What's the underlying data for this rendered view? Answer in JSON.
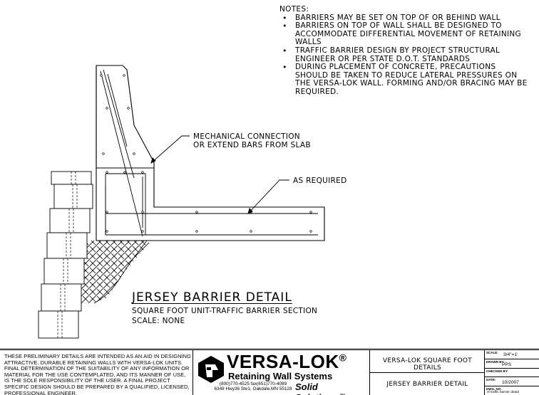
{
  "notes": {
    "heading": "NOTES:",
    "items": [
      "BARRIERS MAY BE SET ON TOP OF OR BEHIND WALL",
      "BARRIERS ON TOP OF WALL SHALL BE DESIGNED TO ACCOMMODATE DIFFERENTIAL MOVEMENT OF RETAINING WALLS",
      "TRAFFIC BARRIER DESIGN BY PROJECT STRUCTURAL ENGINEER OR PER STATE D.O.T. STANDARDS",
      "DURING PLACEMENT OF CONCRETE, PRECAUTIONS SHOULD BE TAKEN TO REDUCE LATERAL PRESSURES ON THE VERSA-LOK WALL.  FORMING AND/OR BRACING MAY BE REQUIRED."
    ]
  },
  "callouts": {
    "mechanical_line1": "MECHANICAL CONNECTION",
    "mechanical_line2": "OR EXTEND BARS FROM SLAB",
    "as_required": "AS REQUIRED"
  },
  "detail": {
    "title": "JERSEY BARRIER DETAIL",
    "subtitle": "SQUARE FOOT UNIT-TRAFFIC BARRIER SECTION",
    "scale": "SCALE: NONE"
  },
  "title_block": {
    "disclaimer": "THESE PRELIMINARY DETAILS ARE INTENDED AS AN AID IN DESIGNING ATTRACTIVE, DURABLE RETAINING WALLS WITH VERSA-LOK UNITS.  FINAL DETERMINATION OF THE SUITABILITY OF ANY INFORMATION OR MATERIAL FOR THE USE CONTEMPLATED, AND ITS MANNER OF USE, IS THE SOLE RESPONSIBILITY OF THE USER.  A FINAL PROJECT SPECIFIC DESIGN SHOULD BE PREPARED BY A QUALIFIED, LICENSED, PROFESSIONAL ENGINEER.",
    "logo": {
      "brand": "VERSA-LOK",
      "registered": "®",
      "subtitle": "Retaining Wall Systems",
      "phone": "(800)770-4525  fax(651)770-4089",
      "address": "6348 Hwy36 Ste1, Oakdale,MN 55128",
      "tagline": "Solid Solutions.",
      "tm": "TM"
    },
    "project_title": "VERSA-LOK SQUARE FOOT DETAILS",
    "sheet_title": "JERSEY BARRIER DETAIL",
    "fields": [
      {
        "label": "SCALE:",
        "value": "3/4\"=1'"
      },
      {
        "label": "DRAWN BY:",
        "value": "PPS"
      },
      {
        "label": "CHECKED BY:",
        "value": ""
      },
      {
        "label": "DATE:",
        "value": "10/2007"
      },
      {
        "label": "DWG. NO.",
        "value": "vf traffic barrier detail"
      }
    ]
  }
}
